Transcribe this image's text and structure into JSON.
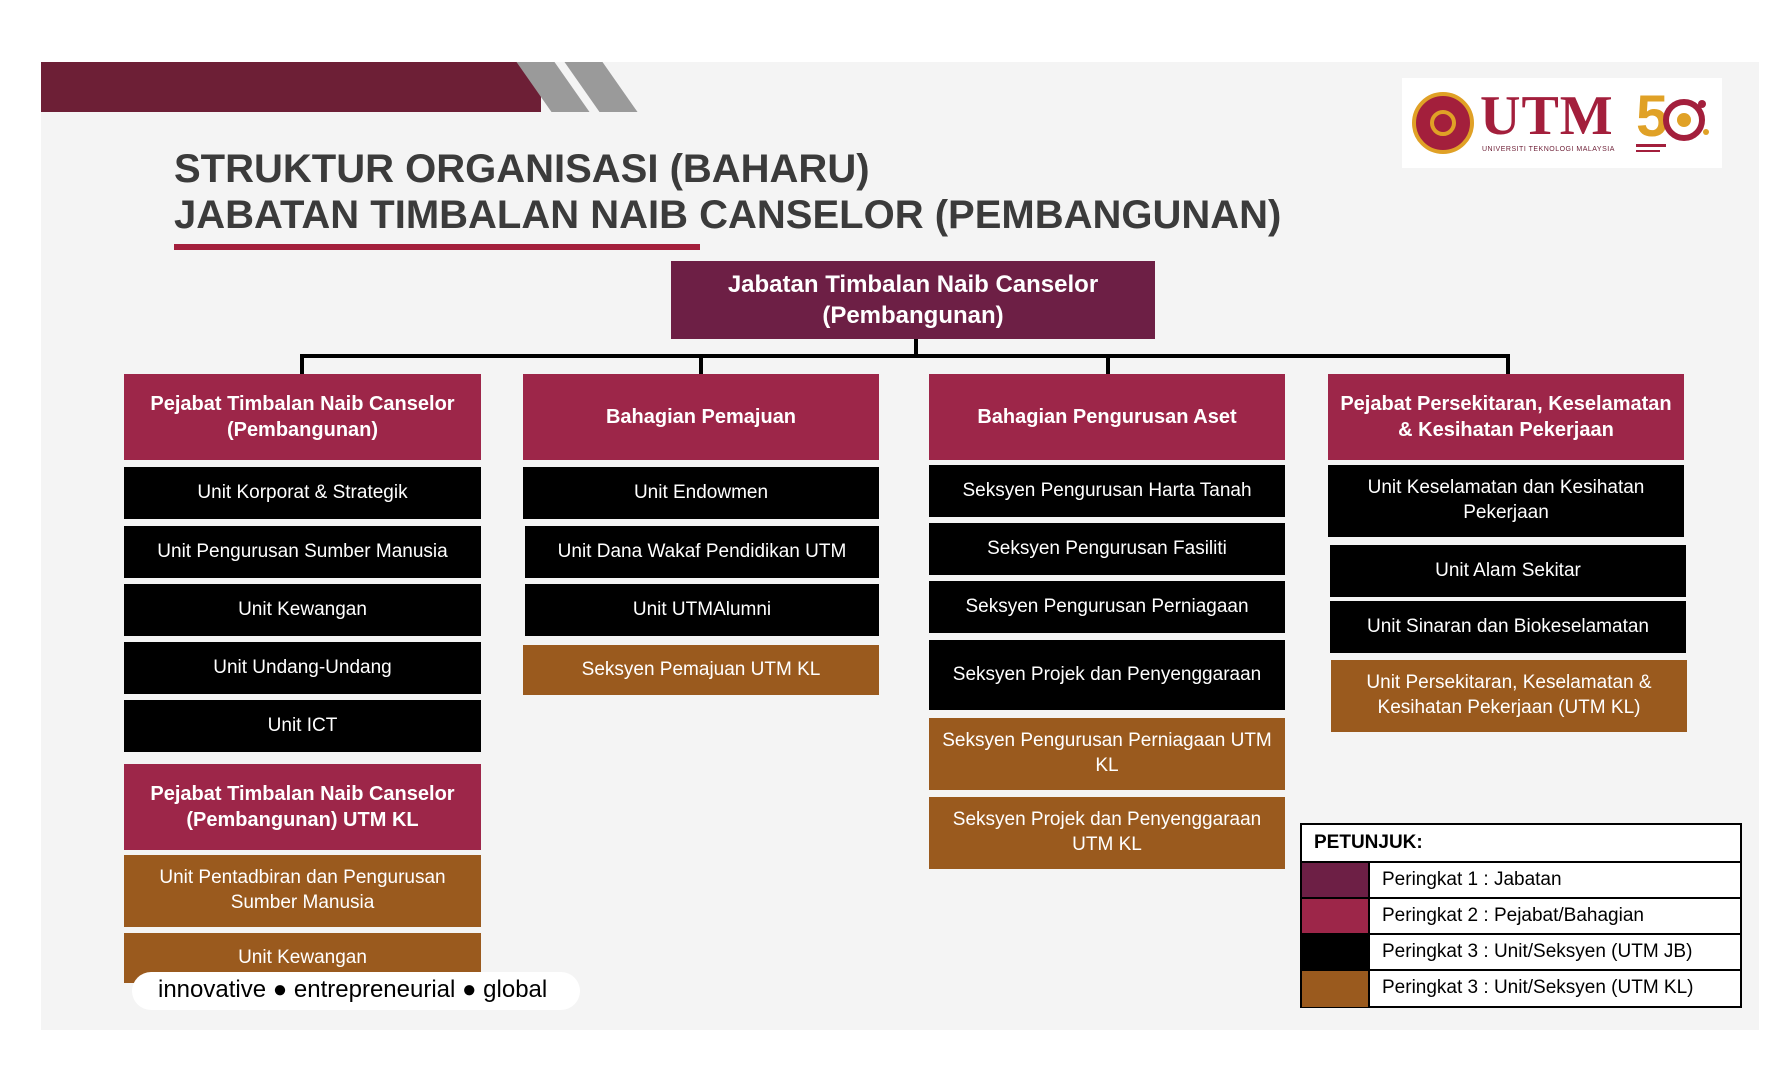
{
  "header": {
    "title_line1": "STRUKTUR ORGANISASI (BAHARU)",
    "title_line2": "JABATAN TIMBALAN NAIB CANSELOR (PEMBANGUNAN)"
  },
  "logo": {
    "name": "UTM",
    "subtitle": "UNIVERSITI TEKNOLOGI MALAYSIA"
  },
  "colors": {
    "level1": "#6d1f45",
    "level2": "#9d2649",
    "level3_jb": "#000000",
    "level3_kl": "#9a5a1e",
    "accent": "#a31f3c"
  },
  "org": {
    "root": "Jabatan Timbalan Naib Canselor (Pembangunan)",
    "col1": {
      "head": "Pejabat Timbalan Naib Canselor (Pembangunan)",
      "units": [
        "Unit Korporat & Strategik",
        "Unit Pengurusan Sumber Manusia",
        "Unit Kewangan",
        "Unit Undang-Undang",
        "Unit ICT"
      ],
      "kl_head": "Pejabat Timbalan Naib Canselor (Pembangunan) UTM KL",
      "kl_units": [
        "Unit Pentadbiran dan Pengurusan Sumber Manusia",
        "Unit Kewangan"
      ]
    },
    "col2": {
      "head": "Bahagian Pemajuan",
      "units": [
        "Unit Endowmen",
        "Unit Dana Wakaf Pendidikan UTM",
        "Unit UTMAlumni"
      ],
      "kl_units": [
        "Seksyen Pemajuan UTM KL"
      ]
    },
    "col3": {
      "head": "Bahagian Pengurusan Aset",
      "units": [
        "Seksyen Pengurusan Harta Tanah",
        "Seksyen Pengurusan Fasiliti",
        "Seksyen Pengurusan Perniagaan",
        "Seksyen Projek dan Penyenggaraan"
      ],
      "kl_units": [
        "Seksyen Pengurusan Perniagaan UTM KL",
        "Seksyen Projek dan Penyenggaraan UTM KL"
      ]
    },
    "col4": {
      "head": "Pejabat Persekitaran, Keselamatan & Kesihatan Pekerjaan",
      "units": [
        "Unit Keselamatan dan Kesihatan Pekerjaan",
        "Unit Alam Sekitar",
        "Unit Sinaran dan Biokeselamatan"
      ],
      "kl_units": [
        "Unit Persekitaran, Keselamatan & Kesihatan Pekerjaan (UTM KL)"
      ]
    }
  },
  "legend": {
    "title": "PETUNJUK:",
    "items": [
      "Peringkat 1 : Jabatan",
      "Peringkat 2 : Pejabat/Bahagian",
      "Peringkat 3 : Unit/Seksyen (UTM JB)",
      "Peringkat 3 : Unit/Seksyen (UTM KL)"
    ]
  },
  "footer": {
    "tagline": "innovative ● entrepreneurial ● global"
  }
}
